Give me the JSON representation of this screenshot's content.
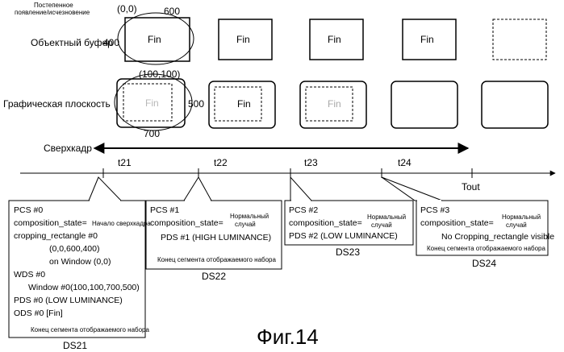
{
  "fade_label_1": "Постепенное",
  "fade_label_2": "появление/исчезновение",
  "object_buffer_label": "Объектный буфер",
  "graphics_plane_label": "Графическая плоскость",
  "superframe_label": "Сверхкадр",
  "coord_origin": "(0,0)",
  "width_600": "600",
  "height_400": "400",
  "coord_100": "(100,100)",
  "height_500": "500",
  "width_700": "700",
  "fin": "Fin",
  "times": [
    "t21",
    "t22",
    "t23",
    "t24"
  ],
  "tout": "Tout",
  "ds21": {
    "lines": [
      "PCS #0",
      "composition_state=",
      "cropping_rectangle #0",
      "(0,0,600,400)",
      "on Window (0,0)",
      "WDS #0",
      "Window #0(100,100,700,500)",
      "PDS #0  (LOW LUMINANCE)",
      "ODS #0 [Fin]"
    ],
    "state_small": "Начало сверхкадра",
    "footer": "Конец сегмента отображаемого набора",
    "label": "DS21"
  },
  "ds22": {
    "lines": [
      "PCS #1",
      "composition_state=",
      "PDS #1  (HIGH LUMINANCE)"
    ],
    "state_small_1": "Нормальный",
    "state_small_2": "случай",
    "footer": "Конец сегмента отображаемого набора",
    "label": "DS22"
  },
  "ds23": {
    "lines": [
      "PCS #2",
      "composition_state=",
      "PDS #2  (LOW LUMINANCE)"
    ],
    "state_small_1": "Нормальный",
    "state_small_2": "случай",
    "label": "DS23"
  },
  "ds24": {
    "lines": [
      "PCS #3",
      "composition_state=",
      "No Cropping_rectangle visible"
    ],
    "state_small_1": "Нормальный",
    "state_small_2": "случай",
    "footer": "Конец сегмента отображаемого набора",
    "label": "DS24"
  },
  "caption": "Фиг.14"
}
